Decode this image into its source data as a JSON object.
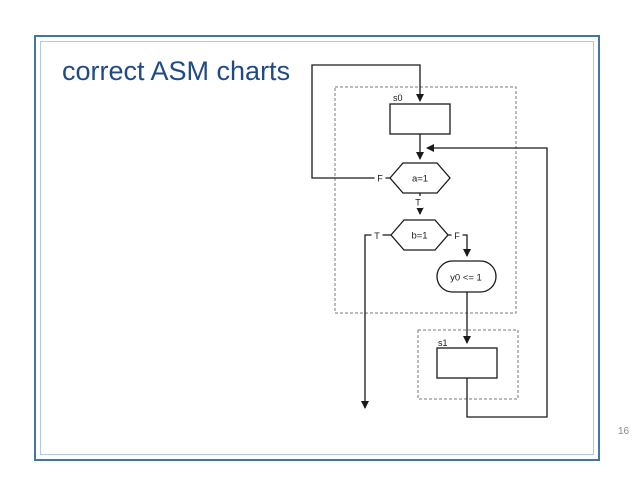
{
  "slide": {
    "title": "correct ASM charts",
    "page_number": "16"
  },
  "chart": {
    "state_s0_label": "s0",
    "state_s1_label": "s1",
    "decision_a_label": "a=1",
    "decision_b_label": "b=1",
    "output_label": "y0 <= 1",
    "branch_a_false": "F",
    "branch_a_true": "T",
    "branch_b_true": "T",
    "branch_b_false": "F"
  },
  "colors": {
    "frame_outer": "#4575A7",
    "frame_inner": "#B3C9DF",
    "title": "#1F4A86",
    "flow_line": "#1a1a1a",
    "dashed_box": "#7a7a7a",
    "page_number": "#8a8a8a"
  }
}
